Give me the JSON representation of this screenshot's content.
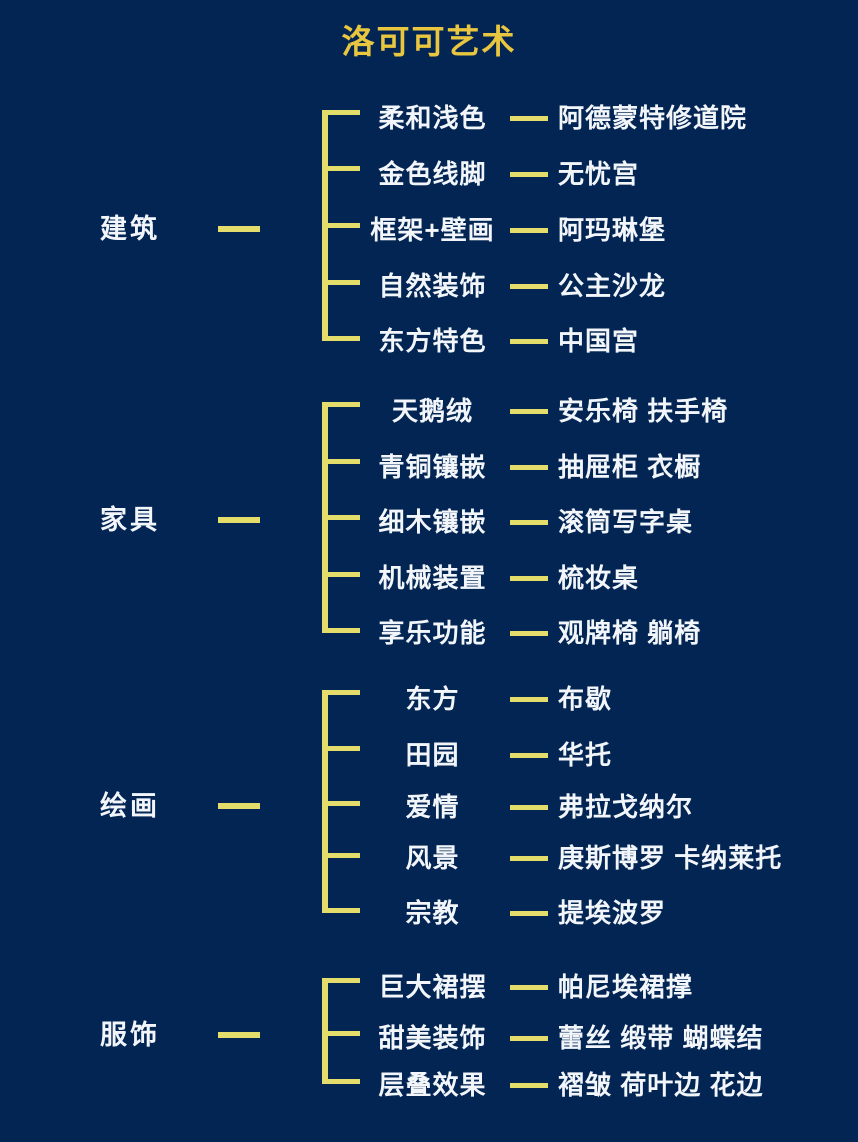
{
  "page": {
    "title": "洛可可艺术",
    "background_color": "#032553",
    "title_color": "#e9c63f",
    "line_color": "#e4dc6b",
    "text_color": "#f2f6fb"
  },
  "branches": [
    {
      "category": "建筑",
      "category_dash": "—",
      "rows": [
        {
          "feature": "柔和浅色",
          "dash": "—",
          "example": "阿德蒙特修道院"
        },
        {
          "feature": "金色线脚",
          "dash": "—",
          "example": "无忧宫"
        },
        {
          "feature": "框架+壁画",
          "dash": "—",
          "example": "阿玛琳堡"
        },
        {
          "feature": "自然装饰",
          "dash": "—",
          "example": "公主沙龙"
        },
        {
          "feature": "东方特色",
          "dash": "—",
          "example": "中国宫"
        }
      ]
    },
    {
      "category": "家具",
      "category_dash": "—",
      "rows": [
        {
          "feature": "天鹅绒",
          "dash": "—",
          "example": "安乐椅 扶手椅"
        },
        {
          "feature": "青铜镶嵌",
          "dash": "—",
          "example": "抽屉柜 衣橱"
        },
        {
          "feature": "细木镶嵌",
          "dash": "—",
          "example": "滚筒写字桌"
        },
        {
          "feature": "机械装置",
          "dash": "—",
          "example": "梳妆桌"
        },
        {
          "feature": "享乐功能",
          "dash": "—",
          "example": "观牌椅 躺椅"
        }
      ]
    },
    {
      "category": "绘画",
      "category_dash": "—",
      "rows": [
        {
          "feature": "东方",
          "dash": "—",
          "example": "布歇"
        },
        {
          "feature": "田园",
          "dash": "—",
          "example": "华托"
        },
        {
          "feature": "爱情",
          "dash": "—",
          "example": "弗拉戈纳尔"
        },
        {
          "feature": "风景",
          "dash": "—",
          "example": "庚斯博罗 卡纳莱托"
        },
        {
          "feature": "宗教",
          "dash": "—",
          "example": "提埃波罗"
        }
      ]
    },
    {
      "category": "服饰",
      "category_dash": "—",
      "rows": [
        {
          "feature": "巨大裙摆",
          "dash": "—",
          "example": "帕尼埃裙撑"
        },
        {
          "feature": "甜美装饰",
          "dash": "—",
          "example": "蕾丝 缎带 蝴蝶结"
        },
        {
          "feature": "层叠效果",
          "dash": "—",
          "example": "褶皱 荷叶边 花边"
        }
      ]
    }
  ]
}
